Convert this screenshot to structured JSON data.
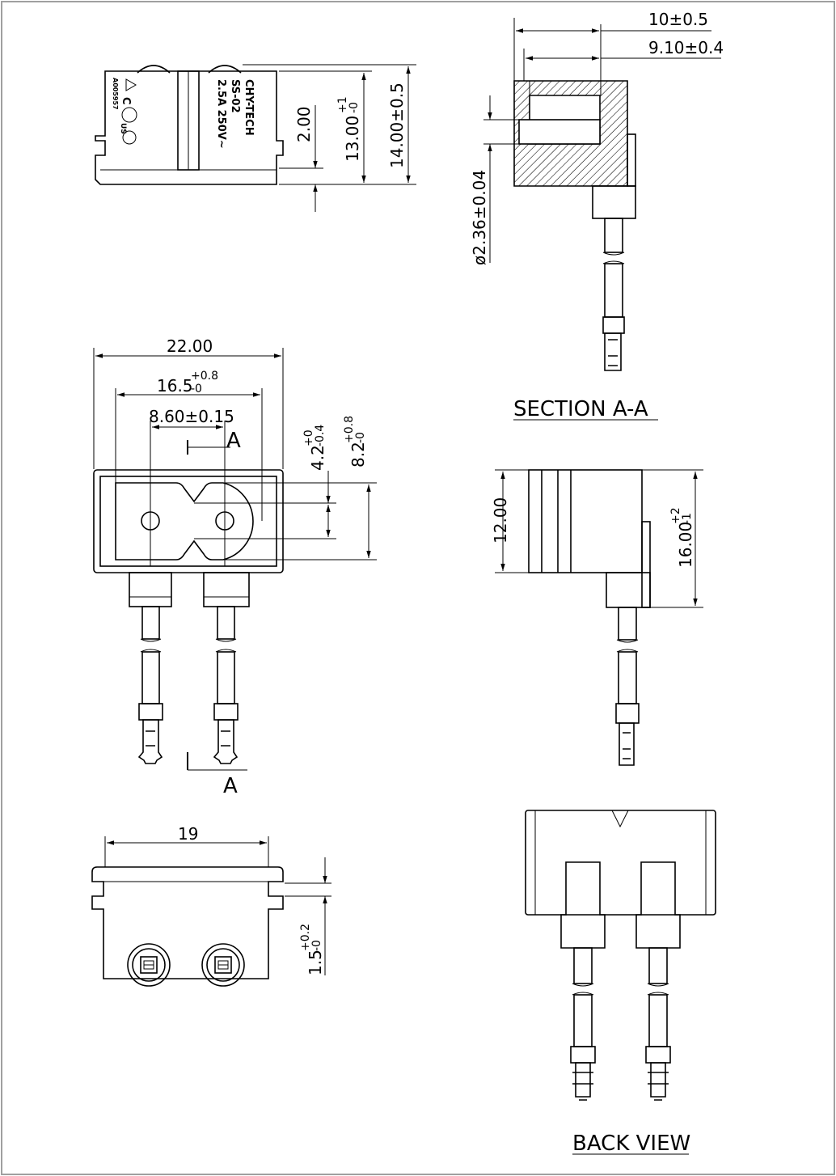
{
  "drawing": {
    "border_color": "#a0a0a0",
    "line_color": "#000000",
    "hatch_color": "#000000"
  },
  "top_view": {
    "marking": {
      "brand": "CHY-TECH",
      "model": "SS-02",
      "rating": "2.5A 250V~",
      "cert_mark_left": "C",
      "cert_mark_right": "US",
      "cert_code": "A005957"
    },
    "dim_2_00": "2.00",
    "dim_13_main": "13.00",
    "dim_13_plus": "+1",
    "dim_13_minus": "-0",
    "dim_14": "14.00±0.5"
  },
  "section_view": {
    "dim_10": "10±0.5",
    "dim_9_10": "9.10±0.4",
    "dim_dia": "ø2.36±0.04",
    "title": "SECTION  A-A"
  },
  "front_view": {
    "dim_22": "22.00",
    "dim_16_5_main": "16.5",
    "dim_16_5_plus": "+0.8",
    "dim_16_5_minus": "-0",
    "dim_8_60": "8.60±0.15",
    "dim_4_2_main": "4.2",
    "dim_4_2_plus": "+0",
    "dim_4_2_minus": "-0.4",
    "dim_8_2_main": "8.2",
    "dim_8_2_plus": "+0.8",
    "dim_8_2_minus": "-0",
    "section_mark": "A"
  },
  "side_view": {
    "dim_12": "12.00",
    "dim_16_main": "16.00",
    "dim_16_plus": "+2",
    "dim_16_minus": "-1"
  },
  "bottom_view": {
    "dim_19": "19",
    "dim_1_5_main": "1.5",
    "dim_1_5_plus": "+0.2",
    "dim_1_5_minus": "-0"
  },
  "back_view": {
    "title": "BACK  VIEW"
  }
}
